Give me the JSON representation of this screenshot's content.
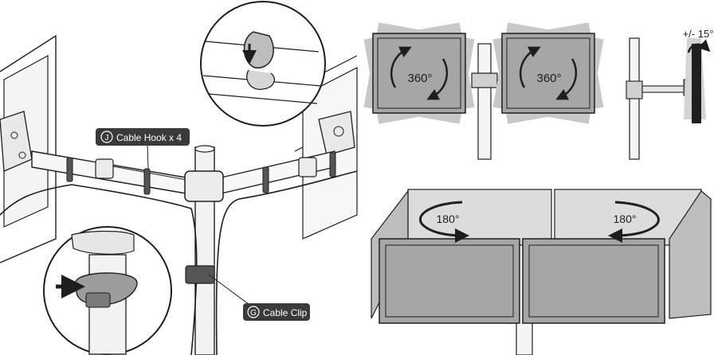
{
  "left_panel": {
    "cable_hook": {
      "letter": "J",
      "label": "Cable Hook  x 4"
    },
    "cable_clip": {
      "letter": "G",
      "label": "Cable Clip"
    }
  },
  "rotation_panel": {
    "left_monitor_label": "360°",
    "right_monitor_label": "360°",
    "tilt_label": "+/- 15°"
  },
  "swivel_panel": {
    "left_label": "180°",
    "right_label": "180°"
  },
  "colors": {
    "line": "#1e1e1e",
    "screen_gray": "#a6a6a6",
    "light_gray": "#d9d9d9",
    "mid_gray": "#bdbdbd",
    "badge": "#3a3a3a"
  }
}
